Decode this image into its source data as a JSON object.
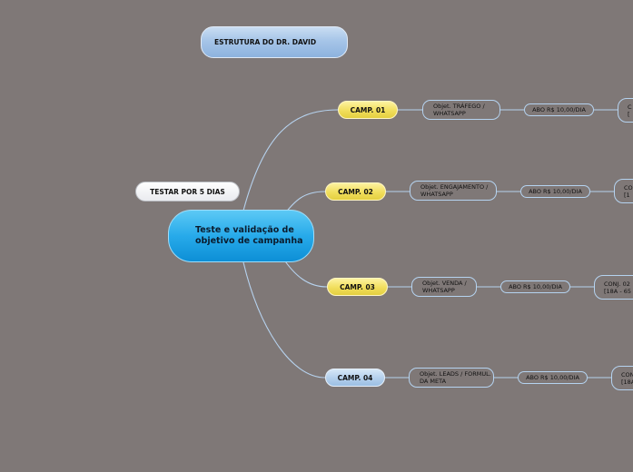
{
  "title_node": "ESTRUTURA DO DR. DAVID",
  "test_node": "TESTAR POR 5 DIAS",
  "central_node": "Teste e validação de objetivo de campanha",
  "campaigns": [
    {
      "label": "CAMP. 01",
      "color": "#f1de5c",
      "objective": "Objet. TRÁFEGO / WHATSAPP",
      "budget": "ABO R$ 10,00/DIA",
      "set": "C\n["
    },
    {
      "label": "CAMP. 02",
      "color": "#f1de5c",
      "objective": "Objet. ENGAJAMENTO / WHATSAPP",
      "budget": "ABO R$ 10,00/DIA",
      "set": "CO\n[1"
    },
    {
      "label": "CAMP. 03",
      "color": "#f1de5c",
      "objective": "Objet. VENDA / WHATSAPP",
      "budget": "ABO R$ 10,00/DIA",
      "set": "CONJ. 02\n[18A - 65"
    },
    {
      "label": "CAMP. 04",
      "color": "#b3cfec",
      "objective": "Objet. LEADS / FORMUL. DA META",
      "budget": "ABO R$ 10,00/DIA",
      "set": "CON\n[18A"
    }
  ],
  "colors": {
    "background": "#7f7877",
    "connector": "#b6d2ee",
    "central": "#27aaea",
    "camp_yellow": "#f1de5c",
    "camp_blue": "#b3cfec"
  }
}
